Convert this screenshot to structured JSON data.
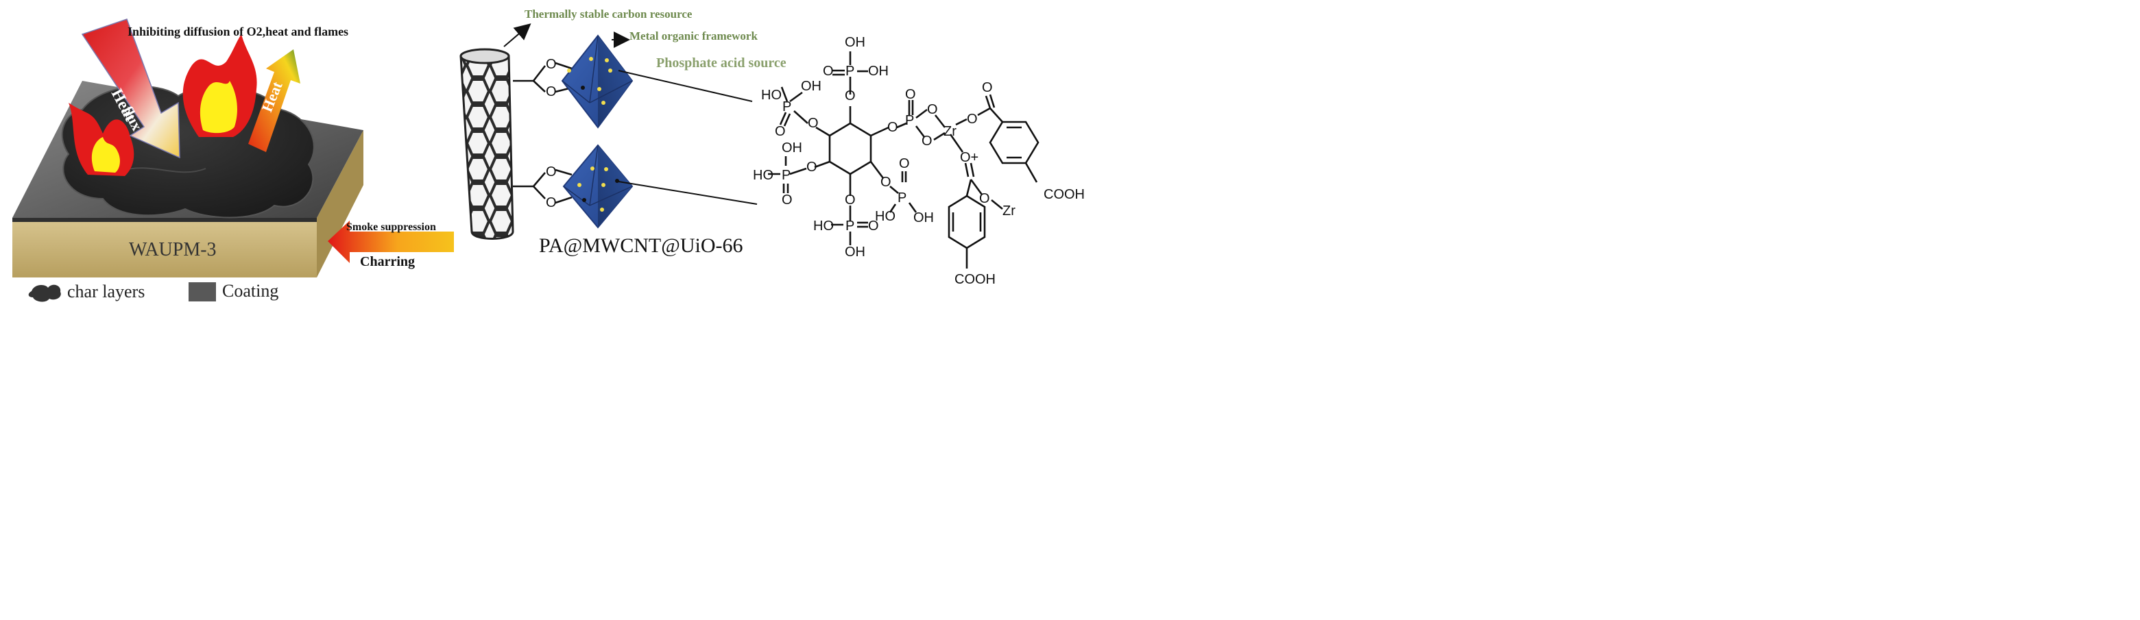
{
  "headline": "Inhibiting diffusion of O2,heat and flames",
  "arrow_labels": {
    "heat_flux_line1": "Heat",
    "heat_flux_line2": "flux",
    "heat_up": "Heat",
    "smoke": "Smoke suppression",
    "charring": "Charring"
  },
  "coating_label": "WAUPM-3",
  "legend": {
    "char_layers": "char layers",
    "coating": "Coating"
  },
  "composite": {
    "name": "PA@MWCNT@UiO-66",
    "carbon_source": "Thermally stable carbon resource",
    "mof": "Metal organic framework",
    "phosphate": "Phosphate acid source"
  },
  "atoms": {
    "O": "O",
    "P": "P",
    "OH": "OH",
    "HO": "HO",
    "Zr": "Zr",
    "Oplus": "O+",
    "COOH": "COOH",
    "COOH_alt": "COOH"
  },
  "colors": {
    "label_green": "#6e8a4e",
    "mof_blue": "#2b4f9a",
    "coating_tan": "#cdb77c",
    "char": "#2a2a2a",
    "flame_red": "#e31b1b",
    "flame_yellow": "#ffef1a"
  }
}
